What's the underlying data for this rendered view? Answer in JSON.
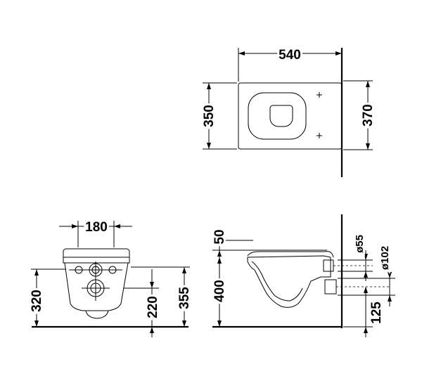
{
  "top_view": {
    "width_label": "540",
    "depth_label": "350",
    "depth_with_wall_label": "370"
  },
  "front_view": {
    "width_label": "180",
    "height_label": "320",
    "inlet_height_label": "220",
    "total_height_label": "355"
  },
  "side_view": {
    "rim_label": "50",
    "height_label": "400",
    "outlet_diameter_label": "ø55",
    "drain_diameter_label": "ø102",
    "drain_offset_label": "125"
  }
}
